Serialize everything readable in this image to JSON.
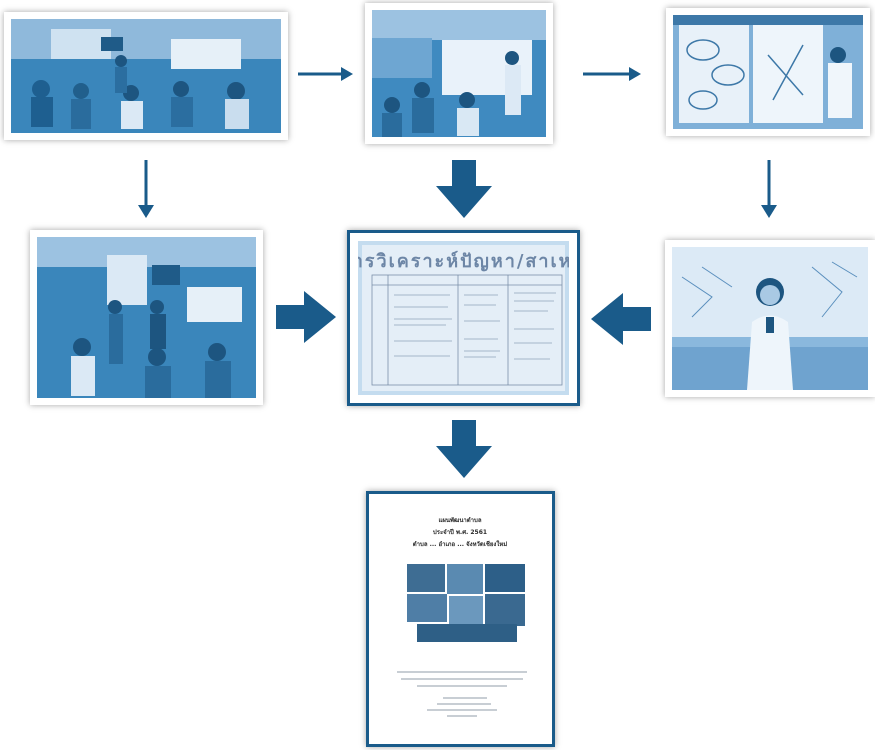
{
  "colors": {
    "photo_tint": "#2f78ad",
    "photo_tint_light": "#a9c9e4",
    "arrow": "#1a5b8a",
    "frame": "#1a5b8a"
  },
  "photos": [
    {
      "id": "meeting-hall-1",
      "desc_icon": "photo"
    },
    {
      "id": "presenter-whiteboard",
      "desc_icon": "photo"
    },
    {
      "id": "mind-map-presenter",
      "desc_icon": "photo"
    },
    {
      "id": "meeting-hall-2",
      "desc_icon": "photo"
    },
    {
      "id": "analysis-chart",
      "desc_icon": "photo"
    },
    {
      "id": "speaker-woman",
      "desc_icon": "photo"
    }
  ],
  "board": {
    "title": "การวิเคราะห์ปัญหา/สาเหตุ"
  },
  "document": {
    "line1": "แผนพัฒนาตำบล",
    "line2": "ประจำปี พ.ศ. 2561",
    "line3": "ตำบล ... อำเภอ ... จังหวัดเชียงใหม่"
  }
}
